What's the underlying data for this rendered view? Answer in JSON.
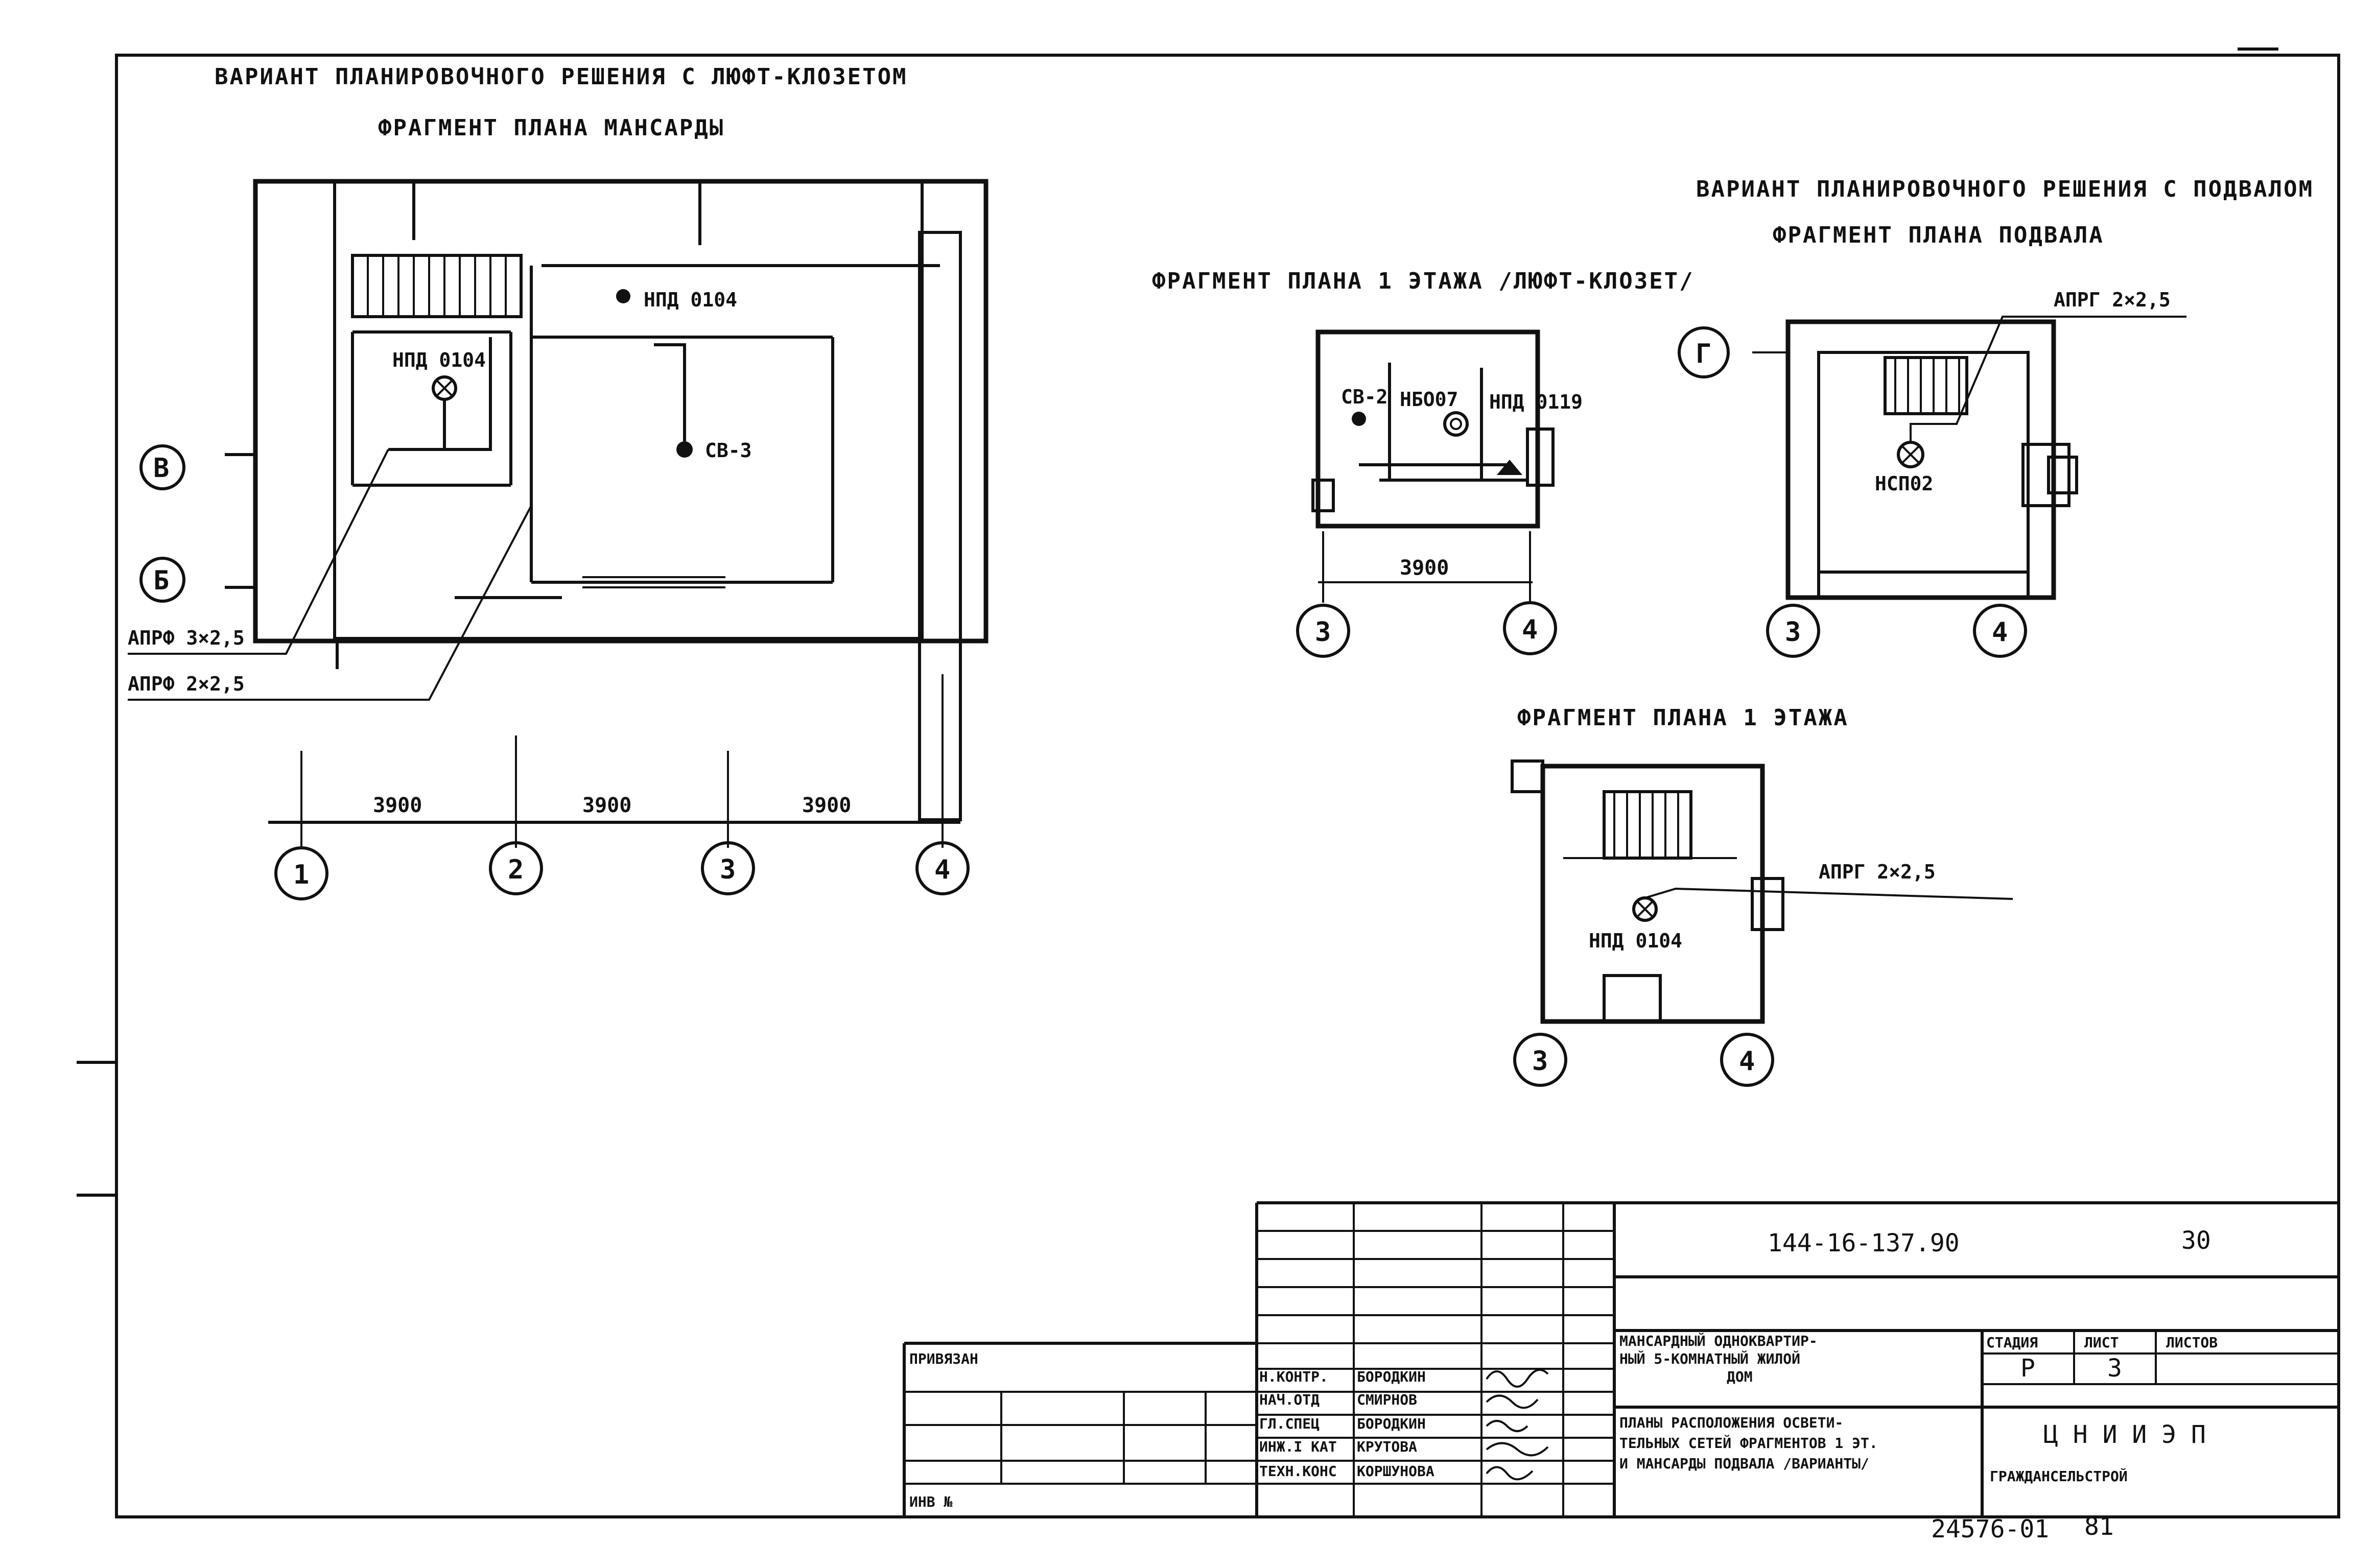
{
  "titles": {
    "variant_lift": "ВАРИАНТ ПЛАНИРОВОЧНОГО РЕШЕНИЯ С ЛЮФТ-КЛОЗЕТОМ",
    "frag_attic": "ФРАГМЕНТ ПЛАНА МАНСАРДЫ",
    "variant_basement": "ВАРИАНТ ПЛАНИРОВОЧНОГО РЕШЕНИЯ С ПОДВАЛОМ",
    "frag_basement": "ФРАГМЕНТ ПЛАНА ПОДВАЛА",
    "frag_floor1_lift": "ФРАГМЕНТ ПЛАНА 1 ЭТАЖА /ЛЮФТ-КЛОЗЕТ/",
    "frag_floor1": "ФРАГМЕНТ ПЛАНА 1 ЭТАЖА"
  },
  "labels": {
    "nsp_0104_a": "НПД 0104",
    "nsp_0104_b": "НПД 0104",
    "nsp_0104_c": "НПД 0104",
    "sv3": "СВ-3",
    "sv2": "СВ-2",
    "nbo07": "НБО07",
    "nsp_0119": "НПД 0119",
    "nsp02": "НСП02",
    "apvf_3": "АПРФ 3×2,5",
    "apvf_2": "АПРФ 2×2,5",
    "apvg_basement": "АПРГ 2×2,5",
    "apvg_floor1": "АПРГ 2×2,5"
  },
  "dims": {
    "d1": "3900",
    "d2": "3900",
    "d3": "3900",
    "d_lift": "3900"
  },
  "axes": {
    "a1": "1",
    "a2": "2",
    "a3": "3",
    "a4": "4",
    "aV": "В",
    "aB": "Б",
    "l3": "3",
    "l4": "4",
    "bG": "Г",
    "b3": "3",
    "b4": "4",
    "f3": "3",
    "f4": "4"
  },
  "stamp": {
    "code": "144-16-137.90",
    "sheet_no": "30",
    "privyazan": "ПРИВЯЗАН",
    "inv": "ИНВ №",
    "roles": [
      "Н.КОНТР.",
      "НАЧ.ОТД",
      "ГЛ.СПЕЦ",
      "ИНЖ.I КАТ",
      "ТЕХН.КОНС"
    ],
    "names": [
      "БОРОДКИН",
      "СМИРНОВ",
      "БОРОДКИН",
      "КРУТОВА",
      "КОРШУНОВА"
    ],
    "object_1": "МАНСАРДНЫЙ ОДНОКВАРТИР-",
    "object_2": "НЫЙ 5-КОМНАТНЫЙ ЖИЛОЙ",
    "object_3": "ДОМ",
    "sheet_1": "ПЛАНЫ РАСПОЛОЖЕНИЯ ОСВЕТИ-",
    "sheet_2": "ТЕЛЬНЫХ СЕТЕЙ ФРАГМЕНТОВ 1 ЭТ.",
    "sheet_3": "И МАНСАРДЫ ПОДВАЛА /ВАРИАНТЫ/",
    "stage_h": "СТАДИЯ",
    "list_h": "ЛИСТ",
    "lists_h": "ЛИСТОВ",
    "stage": "Р",
    "list": "3",
    "org_1": "Ц Н И И Э П",
    "org_2": "ГРАЖДАНСЕЛЬСТРОЙ",
    "bottom_code": "24576-01",
    "bottom_no": "81"
  }
}
